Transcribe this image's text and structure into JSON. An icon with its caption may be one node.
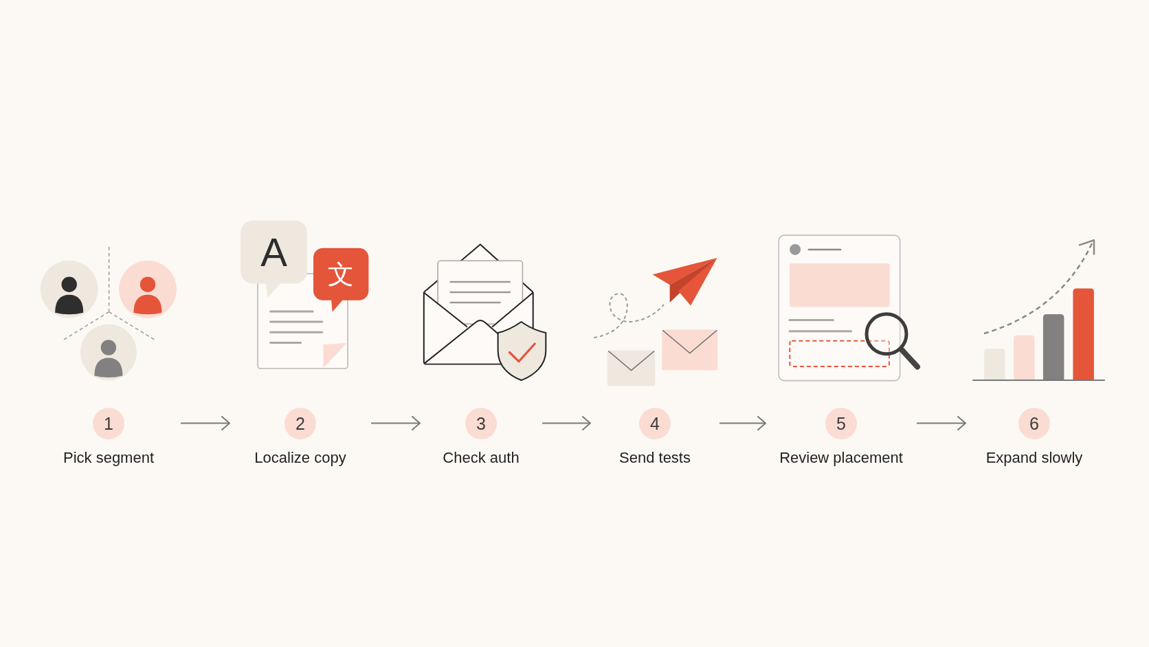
{
  "diagram": {
    "nodes": [
      {
        "text": [
          "1",
          "Pick segment"
        ]
      },
      {
        "text": [
          "2",
          "Localize copy"
        ]
      },
      {
        "text": [
          "3",
          "Check auth"
        ]
      },
      {
        "text": [
          "4",
          "Send tests"
        ]
      },
      {
        "text": [
          "5",
          "Review placement"
        ]
      },
      {
        "text": [
          "6",
          "Expand slowly"
        ]
      }
    ],
    "edges": [
      {
        "from": 0,
        "to": 1,
        "arrow": "to"
      },
      {
        "from": 1,
        "to": 2,
        "arrow": "to"
      },
      {
        "from": 2,
        "to": 3,
        "arrow": "to"
      },
      {
        "from": 3,
        "to": 4,
        "arrow": "to"
      },
      {
        "from": 4,
        "to": 5,
        "arrow": "to"
      }
    ],
    "labels": [
      "A",
      "文"
    ]
  }
}
